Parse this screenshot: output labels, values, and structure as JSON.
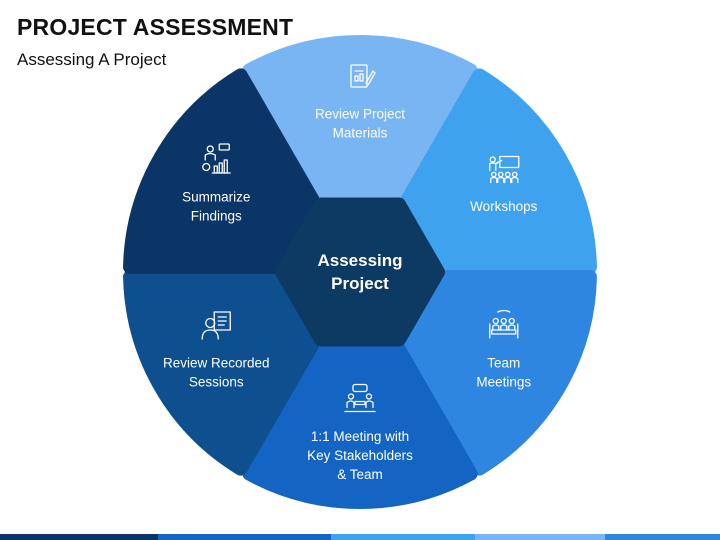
{
  "header": {
    "title": "PROJECT ASSESSMENT",
    "subtitle": "Assessing A Project"
  },
  "center": {
    "lines": [
      "Assessing",
      "Project"
    ],
    "color": "#0d3a63"
  },
  "segments": [
    {
      "id": "review-materials",
      "lines": [
        "Review Project",
        "Materials"
      ],
      "color": "#79b5f3",
      "icon": "document-edit-icon"
    },
    {
      "id": "workshops",
      "lines": [
        "Workshops"
      ],
      "color": "#3fa2ee",
      "icon": "presentation-audience-icon"
    },
    {
      "id": "team-meetings",
      "lines": [
        "Team",
        "Meetings"
      ],
      "color": "#2e86e0",
      "icon": "team-meeting-icon"
    },
    {
      "id": "one-on-one",
      "lines": [
        "1:1 Meeting with",
        "Key Stakeholders",
        "& Team"
      ],
      "color": "#1464c4",
      "icon": "one-on-one-meeting-icon"
    },
    {
      "id": "review-sessions",
      "lines": [
        "Review Recorded",
        "Sessions"
      ],
      "color": "#0e4f8f",
      "icon": "person-screen-icon"
    },
    {
      "id": "summarize",
      "lines": [
        "Summarize",
        "Findings"
      ],
      "color": "#0a3566",
      "icon": "presenter-chart-icon"
    }
  ],
  "footer_colors": [
    "#0a3566",
    "#1464c4",
    "#3fa2ee",
    "#79b5f3",
    "#2e86e0"
  ]
}
